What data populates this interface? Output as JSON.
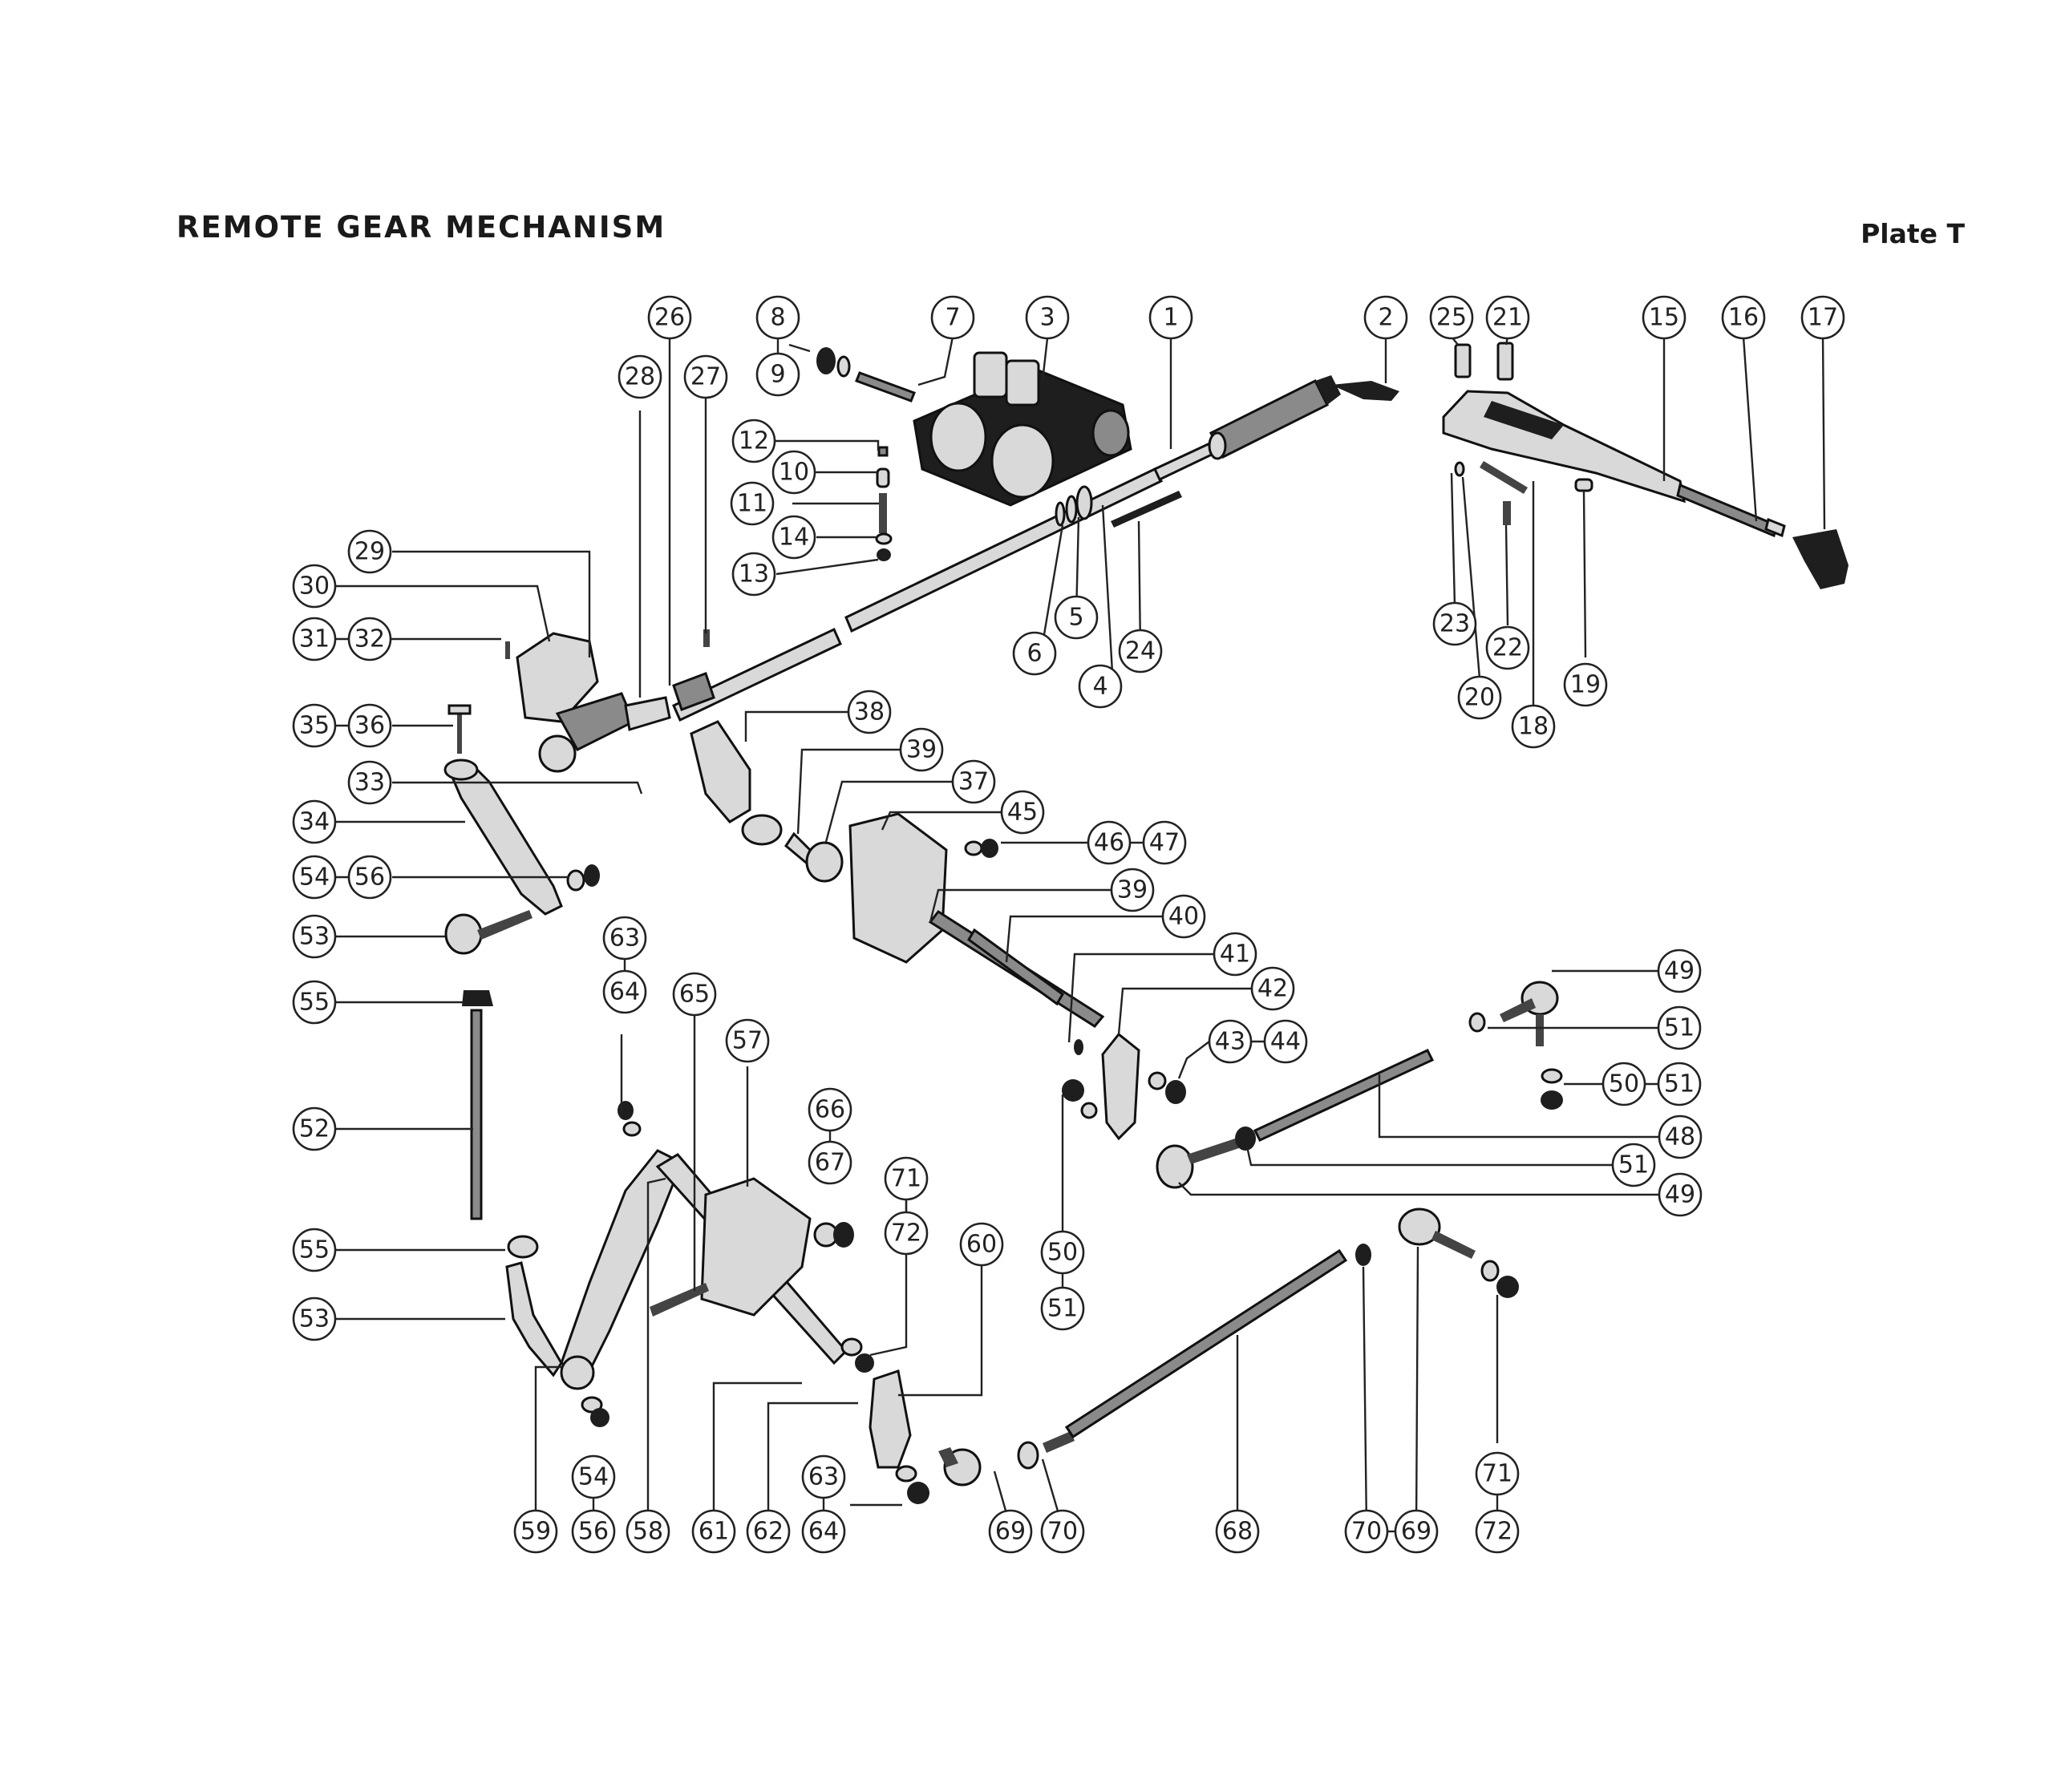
{
  "header": {
    "title": "REMOTE GEAR MECHANISM",
    "plate": "Plate T"
  },
  "callouts": [
    {
      "id": "c1",
      "label": "1"
    },
    {
      "id": "c2",
      "label": "2"
    },
    {
      "id": "c3",
      "label": "3"
    },
    {
      "id": "c4",
      "label": "4"
    },
    {
      "id": "c5",
      "label": "5"
    },
    {
      "id": "c6",
      "label": "6"
    },
    {
      "id": "c7",
      "label": "7"
    },
    {
      "id": "c8",
      "label": "8"
    },
    {
      "id": "c9",
      "label": "9"
    },
    {
      "id": "c10",
      "label": "10"
    },
    {
      "id": "c11",
      "label": "11"
    },
    {
      "id": "c12",
      "label": "12"
    },
    {
      "id": "c13",
      "label": "13"
    },
    {
      "id": "c14",
      "label": "14"
    },
    {
      "id": "c15",
      "label": "15"
    },
    {
      "id": "c16",
      "label": "16"
    },
    {
      "id": "c17",
      "label": "17"
    },
    {
      "id": "c18",
      "label": "18"
    },
    {
      "id": "c19",
      "label": "19"
    },
    {
      "id": "c20",
      "label": "20"
    },
    {
      "id": "c21",
      "label": "21"
    },
    {
      "id": "c22",
      "label": "22"
    },
    {
      "id": "c23",
      "label": "23"
    },
    {
      "id": "c24",
      "label": "24"
    },
    {
      "id": "c25",
      "label": "25"
    },
    {
      "id": "c26",
      "label": "26"
    },
    {
      "id": "c27",
      "label": "27"
    },
    {
      "id": "c28",
      "label": "28"
    },
    {
      "id": "c29",
      "label": "29"
    },
    {
      "id": "c30",
      "label": "30"
    },
    {
      "id": "c31",
      "label": "31"
    },
    {
      "id": "c32",
      "label": "32"
    },
    {
      "id": "c33",
      "label": "33"
    },
    {
      "id": "c34",
      "label": "34"
    },
    {
      "id": "c35",
      "label": "35"
    },
    {
      "id": "c36",
      "label": "36"
    },
    {
      "id": "c37",
      "label": "37"
    },
    {
      "id": "c38",
      "label": "38"
    },
    {
      "id": "c39a",
      "label": "39"
    },
    {
      "id": "c39b",
      "label": "39"
    },
    {
      "id": "c40",
      "label": "40"
    },
    {
      "id": "c41",
      "label": "41"
    },
    {
      "id": "c42",
      "label": "42"
    },
    {
      "id": "c43",
      "label": "43"
    },
    {
      "id": "c44",
      "label": "44"
    },
    {
      "id": "c45",
      "label": "45"
    },
    {
      "id": "c46",
      "label": "46"
    },
    {
      "id": "c47",
      "label": "47"
    },
    {
      "id": "c48",
      "label": "48"
    },
    {
      "id": "c49a",
      "label": "49"
    },
    {
      "id": "c49b",
      "label": "49"
    },
    {
      "id": "c50a",
      "label": "50"
    },
    {
      "id": "c50b",
      "label": "50"
    },
    {
      "id": "c51a",
      "label": "51"
    },
    {
      "id": "c51b",
      "label": "51"
    },
    {
      "id": "c51c",
      "label": "51"
    },
    {
      "id": "c51d",
      "label": "51"
    },
    {
      "id": "c52",
      "label": "52"
    },
    {
      "id": "c53a",
      "label": "53"
    },
    {
      "id": "c53b",
      "label": "53"
    },
    {
      "id": "c54a",
      "label": "54"
    },
    {
      "id": "c54b",
      "label": "54"
    },
    {
      "id": "c55a",
      "label": "55"
    },
    {
      "id": "c55b",
      "label": "55"
    },
    {
      "id": "c56a",
      "label": "56"
    },
    {
      "id": "c56b",
      "label": "56"
    },
    {
      "id": "c57",
      "label": "57"
    },
    {
      "id": "c58",
      "label": "58"
    },
    {
      "id": "c59",
      "label": "59"
    },
    {
      "id": "c60",
      "label": "60"
    },
    {
      "id": "c61",
      "label": "61"
    },
    {
      "id": "c62",
      "label": "62"
    },
    {
      "id": "c63a",
      "label": "63"
    },
    {
      "id": "c63b",
      "label": "63"
    },
    {
      "id": "c64a",
      "label": "64"
    },
    {
      "id": "c64b",
      "label": "64"
    },
    {
      "id": "c65",
      "label": "65"
    },
    {
      "id": "c66",
      "label": "66"
    },
    {
      "id": "c67",
      "label": "67"
    },
    {
      "id": "c68",
      "label": "68"
    },
    {
      "id": "c69a",
      "label": "69"
    },
    {
      "id": "c69b",
      "label": "69"
    },
    {
      "id": "c70a",
      "label": "70"
    },
    {
      "id": "c70b",
      "label": "70"
    },
    {
      "id": "c71a",
      "label": "71"
    },
    {
      "id": "c71b",
      "label": "71"
    },
    {
      "id": "c72a",
      "label": "72"
    },
    {
      "id": "c72b",
      "label": "72"
    }
  ]
}
